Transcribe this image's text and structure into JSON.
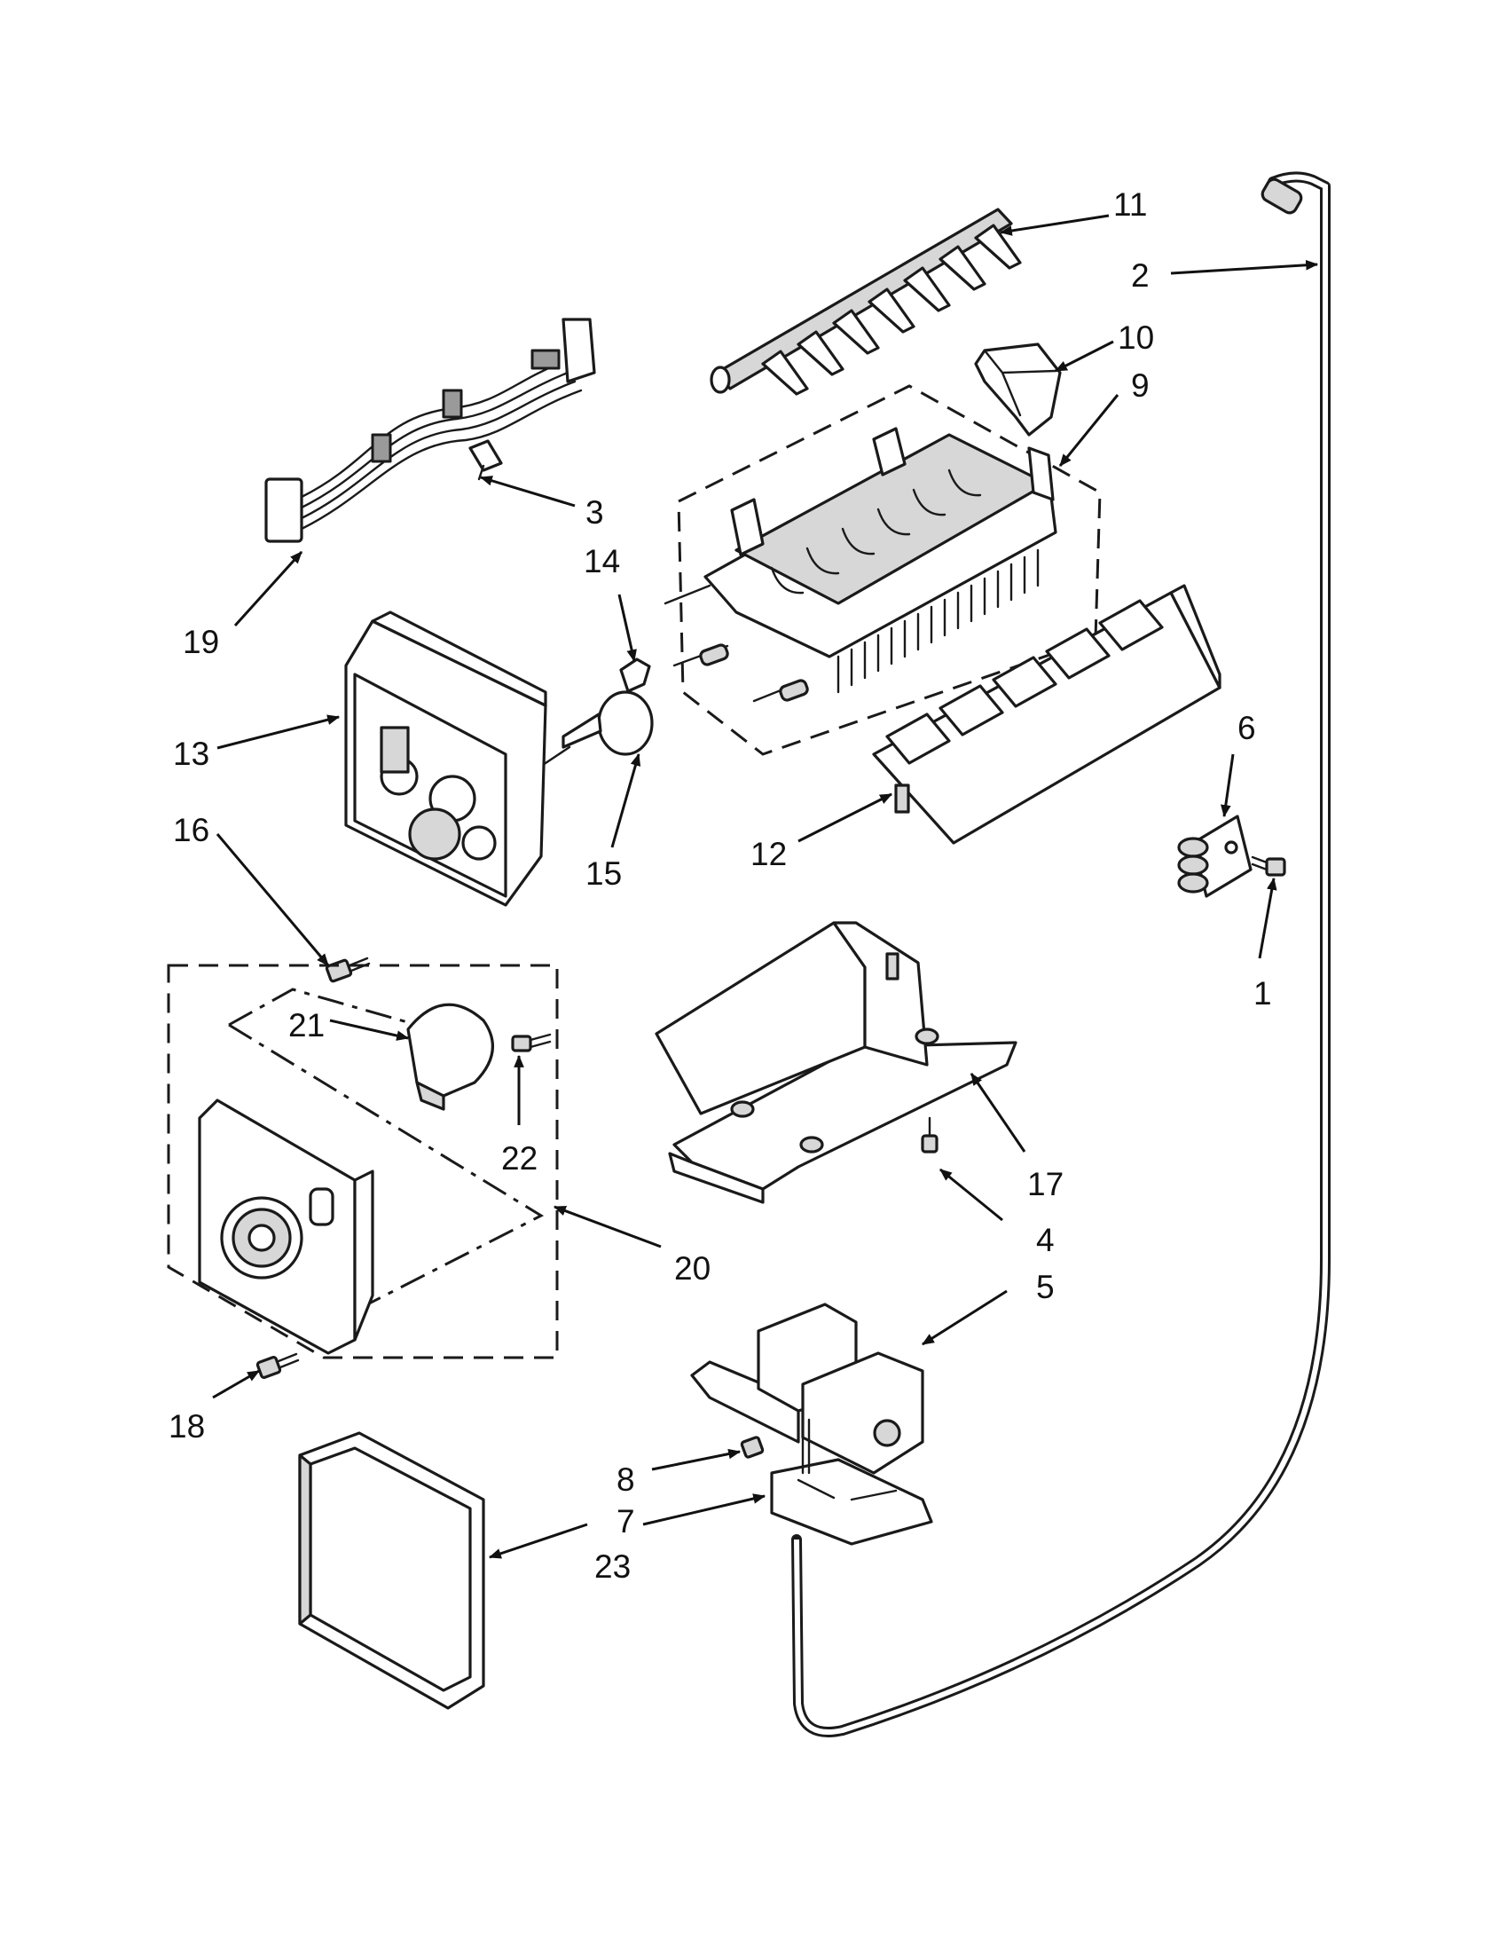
{
  "callouts": {
    "c1": "1",
    "c2": "2",
    "c3": "3",
    "c4": "4",
    "c5": "5",
    "c6": "6",
    "c7": "7",
    "c8": "8",
    "c9": "9",
    "c10": "10",
    "c11": "11",
    "c12": "12",
    "c13": "13",
    "c14": "14",
    "c15": "15",
    "c16": "16",
    "c17": "17",
    "c18": "18",
    "c19": "19",
    "c20": "20",
    "c21": "21",
    "c22": "22",
    "c23": "23"
  },
  "colors": {
    "line": "#1a1a1a",
    "fill": "#ffffff",
    "shade": "#d7d7d7"
  }
}
